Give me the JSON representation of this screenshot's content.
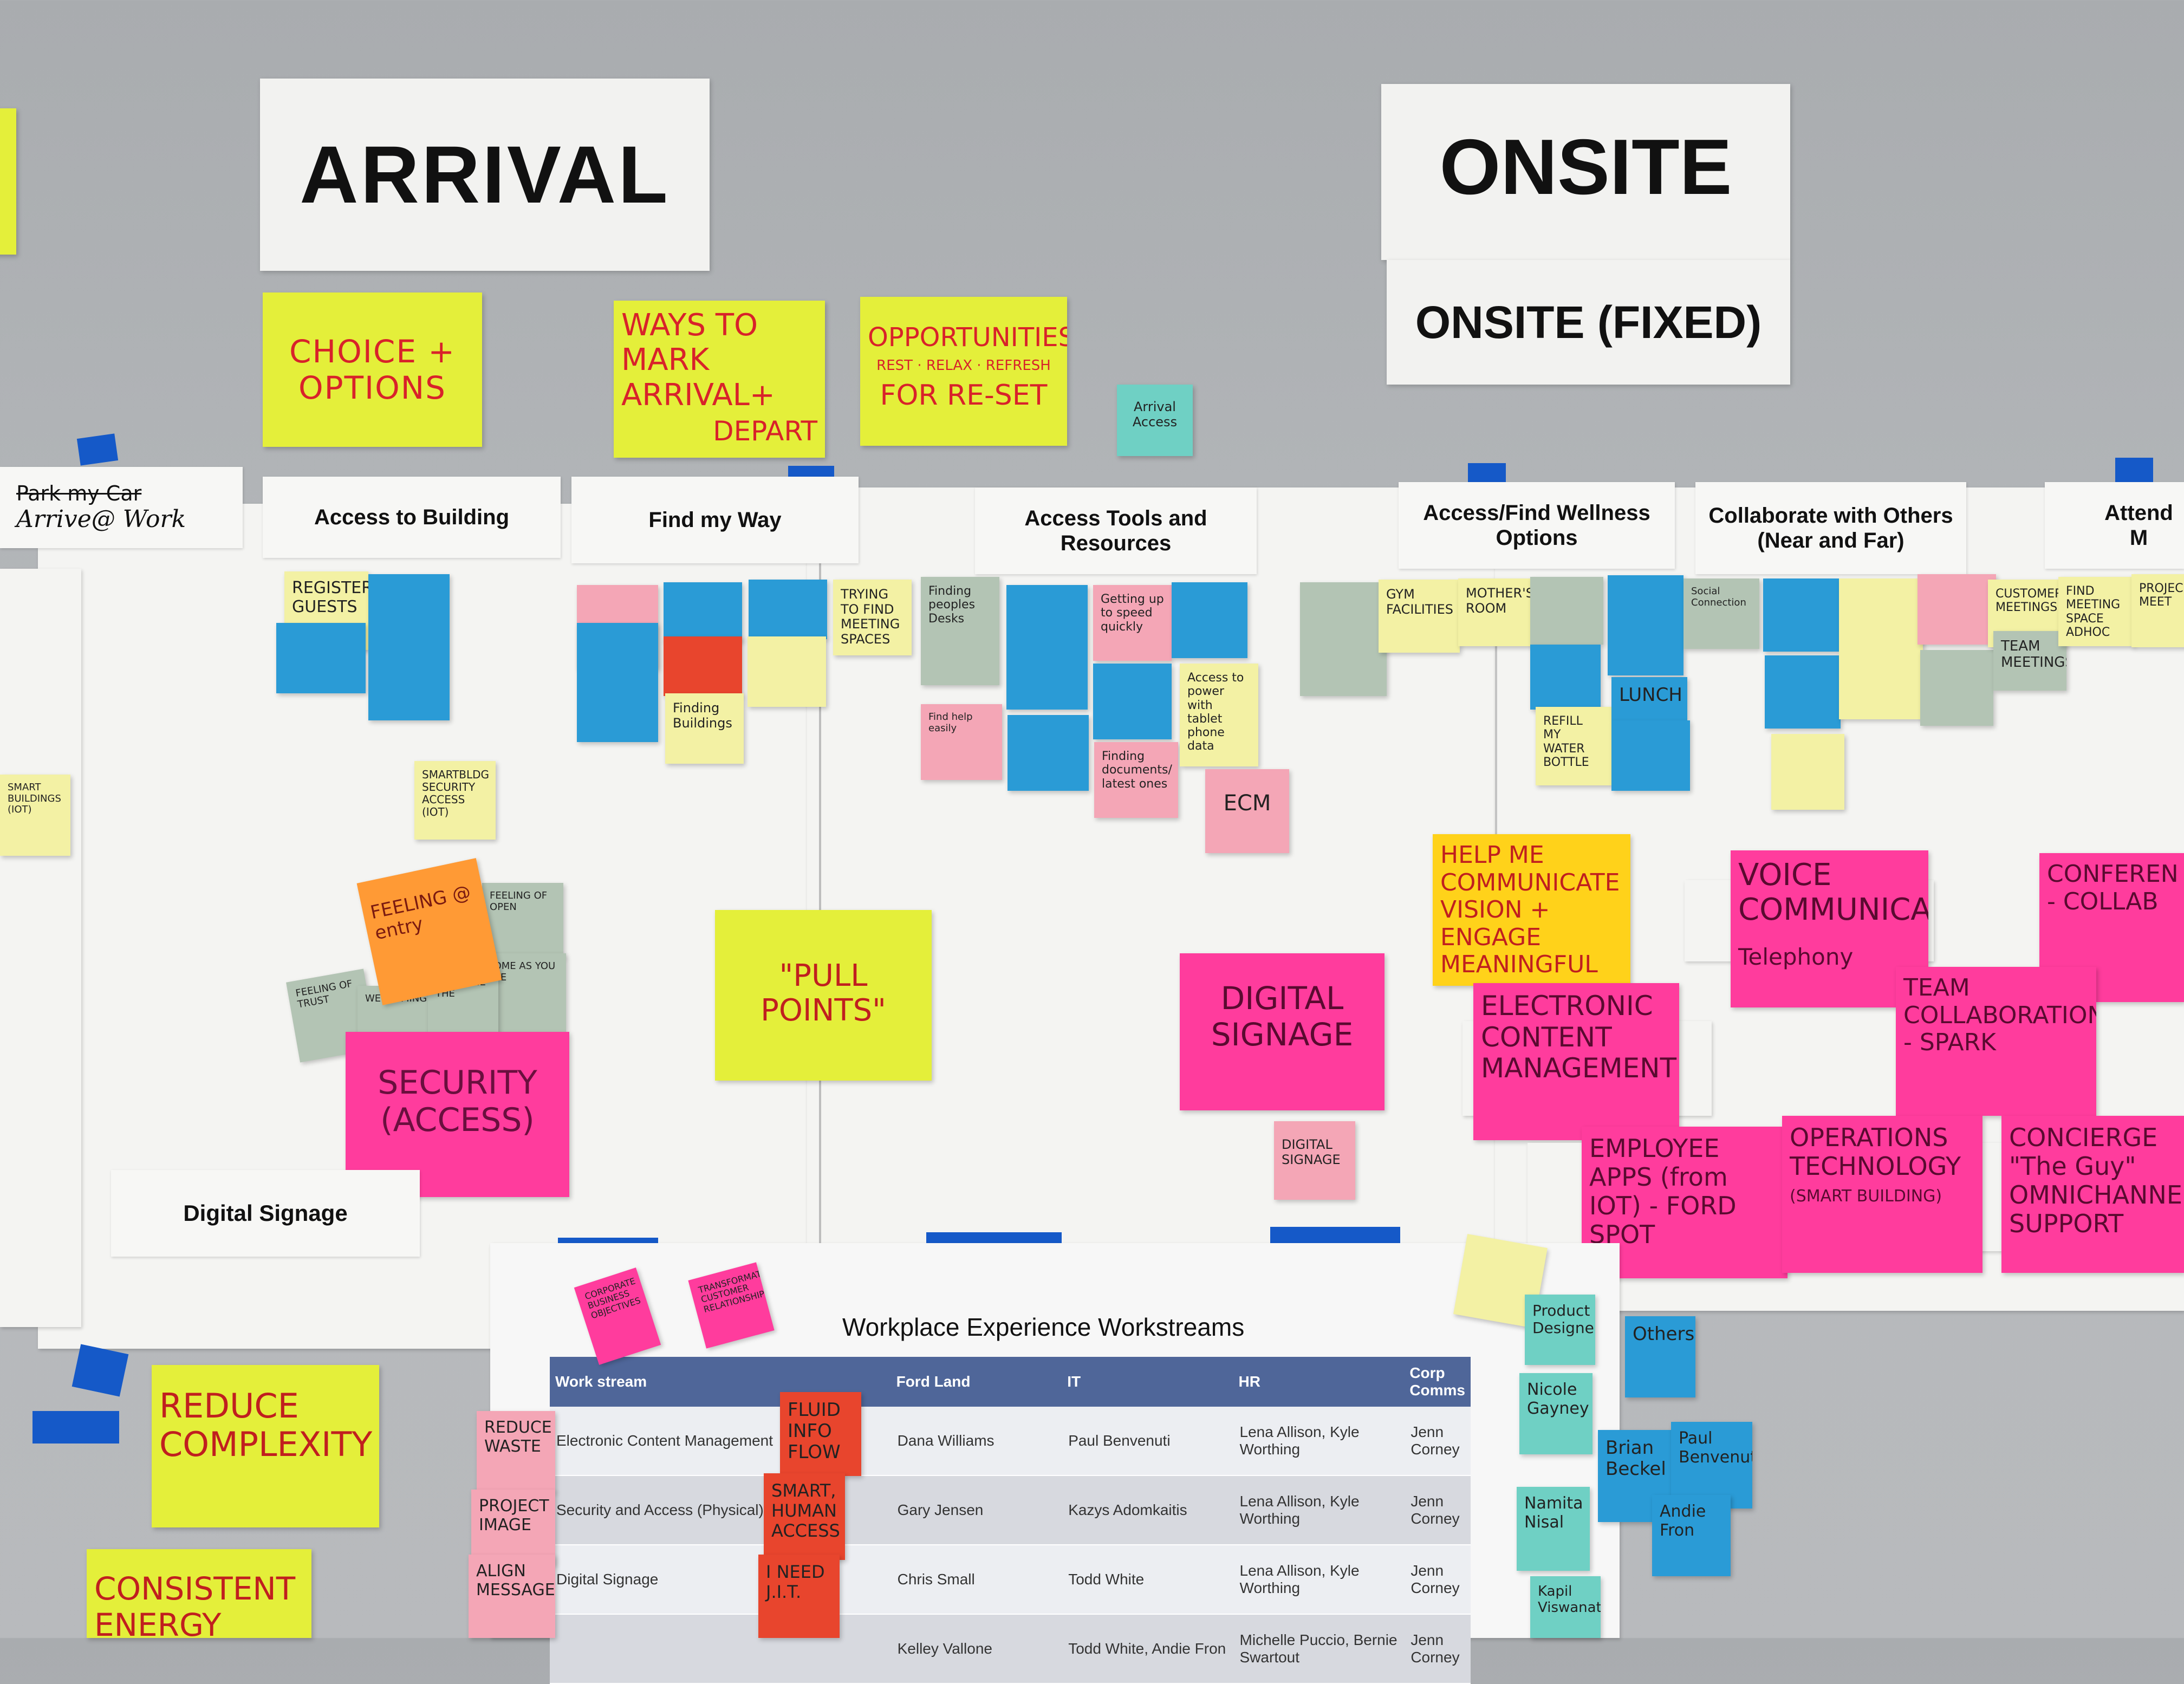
{
  "headers": {
    "arrival": "ARRIVAL",
    "onsite": "ONSITE",
    "onsite_fixed": "ONSITE (FIXED)"
  },
  "columns": {
    "park": "Park my Car",
    "arrive": "Arrive@ Work",
    "access_building": "Access to Building",
    "find_way": "Find my Way",
    "access_tools": "Access Tools and Resources",
    "wellness": "Access/Find Wellness Options",
    "collaborate": "Collaborate with Others (Near and Far)",
    "attend": "Attend M"
  },
  "big_notes": {
    "choice": "CHOICE + OPTIONS",
    "ways": "WAYS TO MARK ARRIVAL+",
    "depart": "DEPART",
    "opportunities": "OPPORTUNITIES",
    "opportunities_sub": "REST · RELAX · REFRESH",
    "reset": "FOR RE-SET",
    "arrival_access": "Arrival Access",
    "feeling_entry": "FEELING @ entry",
    "pull_points": "\"PULL POINTS\"",
    "security_access": "SECURITY (ACCESS)",
    "digital_signage": "DIGITAL SIGNAGE",
    "help_me": "HELP ME COMMUNICATE VISION + ENGAGE MEANINGFUL",
    "ecm": "ELECTRONIC CONTENT MANAGEMENT",
    "voice": "VOICE COMMUNICATION",
    "telephony": "Telephony",
    "team_collab": "TEAM COLLABORATION - SPARK",
    "conference": "CONFEREN - COLLAB",
    "employee_apps": "EMPLOYEE APPS (from IOT) - FORD SPOT",
    "ops_tech": "OPERATIONS TECHNOLOGY",
    "ops_tech_sub": "(SMART BUILDING)",
    "concierge": "CONCIERGE \"The Guy\" OMNICHANNEL SUPPORT",
    "reduce_complexity": "REDUCE COMPLEXITY",
    "consistent": "CONSISTENT ENERGY",
    "digital_signage_small": "DIGITAL SIGNAGE",
    "ecm_small": "ECM",
    "smart_security": "SMARTBLDG SECURITY ACCESS (IOT)",
    "smart_buildings": "SMART BUILDINGS (IOT)",
    "register_guests": "REGISTER GUESTS",
    "trying_find": "TRYING TO FIND MEETING SPACES",
    "finding_desks": "Finding peoples Desks",
    "getting_up": "Getting up to speed quickly",
    "access_power": "Access to power with tablet phone data",
    "finding_docs": "Finding documents/ latest ones",
    "gym": "GYM FACILITIES",
    "mothers": "MOTHER'S ROOM",
    "lunch": "LUNCH",
    "refill": "REFILL MY WATER BOTTLE",
    "customer": "CUSTOMER MEETINGS",
    "team_meetings": "TEAM MEETINGS",
    "find_meeting": "FIND MEETING SPACE ADHOC",
    "others": "Others",
    "product_designer": "Product Designer",
    "nicole": "Nicole Gayney",
    "namita": "Namita Nisal",
    "kapil": "Kapil Viswanathan",
    "brian": "Brian Beckel",
    "paul": "Paul Benvenuti",
    "andie": "Andie Fron",
    "reduce_waste": "REDUCE WASTE",
    "project_image": "PROJECT IMAGE",
    "align_message": "ALIGN MESSAGE",
    "fluid_info": "FLUID INFO FLOW",
    "smart_human": "SMART, HUMAN ACCESS",
    "i_need_jit": "I NEED J.I.T.",
    "corporate": "CORPORATE BUSINESS OBJECTIVES",
    "transformation": "TRANSFORMATIONAL CUSTOMER RELATIONSHIPS"
  },
  "digital_signage_label": "Digital Signage",
  "table": {
    "title": "Workplace Experience Workstreams",
    "headers": [
      "Work stream",
      "Ford Land",
      "IT",
      "HR",
      "Corp Comms"
    ],
    "rows": [
      [
        "Electronic Content Management",
        "Dana Williams",
        "Paul Benvenuti",
        "Lena Allison, Kyle Worthing",
        "Jenn Corney"
      ],
      [
        "Security and Access (Physical)",
        "Gary Jensen",
        "Kazys Adomkaitis",
        "Lena Allison, Kyle Worthing",
        "Jenn Corney"
      ],
      [
        "Digital Signage",
        "Chris Small",
        "Todd White",
        "Lena Allison, Kyle Worthing",
        "Jenn Corney"
      ],
      [
        "",
        "Kelley Vallone",
        "Todd White, Andie Fron",
        "Michelle Puccio, Bernie Swartout",
        "Jenn Corney"
      ]
    ]
  },
  "colors": {
    "tape": "#1559c8",
    "yellow": "#e4ef3a",
    "pink": "#ff3c9d",
    "blue": "#2a9bd6",
    "teal": "#6fd0c4"
  }
}
